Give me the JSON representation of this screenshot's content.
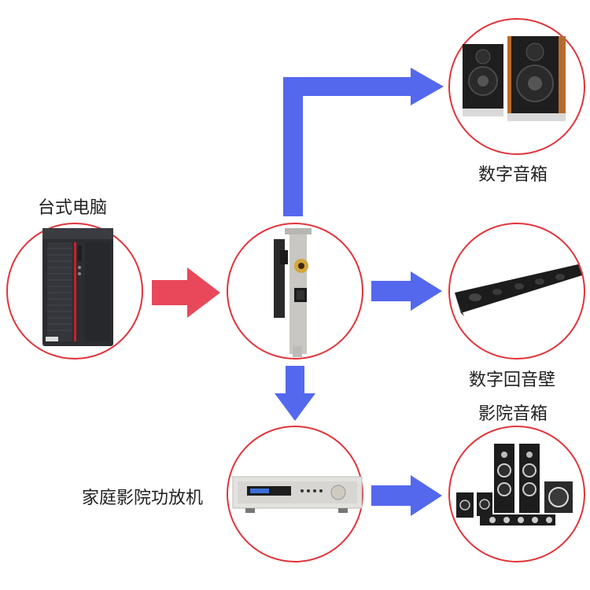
{
  "labels": {
    "desktop_pc": "台式电脑",
    "digital_speakers": "数字音箱",
    "digital_soundbar": "数字回音壁",
    "cinema_speakers": "影院音箱",
    "home_theater_amp": "家庭影院功放机"
  },
  "colors": {
    "circle_border": "#e0343a",
    "input_arrow": "#e8485a",
    "output_arrow": "#5468ee"
  },
  "icons": {
    "desktop_pc": "desktop-tower-icon",
    "sound_card": "sound-card-bracket-icon",
    "digital_speakers": "bookshelf-speakers-icon",
    "digital_soundbar": "soundbar-icon",
    "home_theater_amp": "av-receiver-icon",
    "cinema_speakers": "home-theater-speaker-set-icon"
  }
}
